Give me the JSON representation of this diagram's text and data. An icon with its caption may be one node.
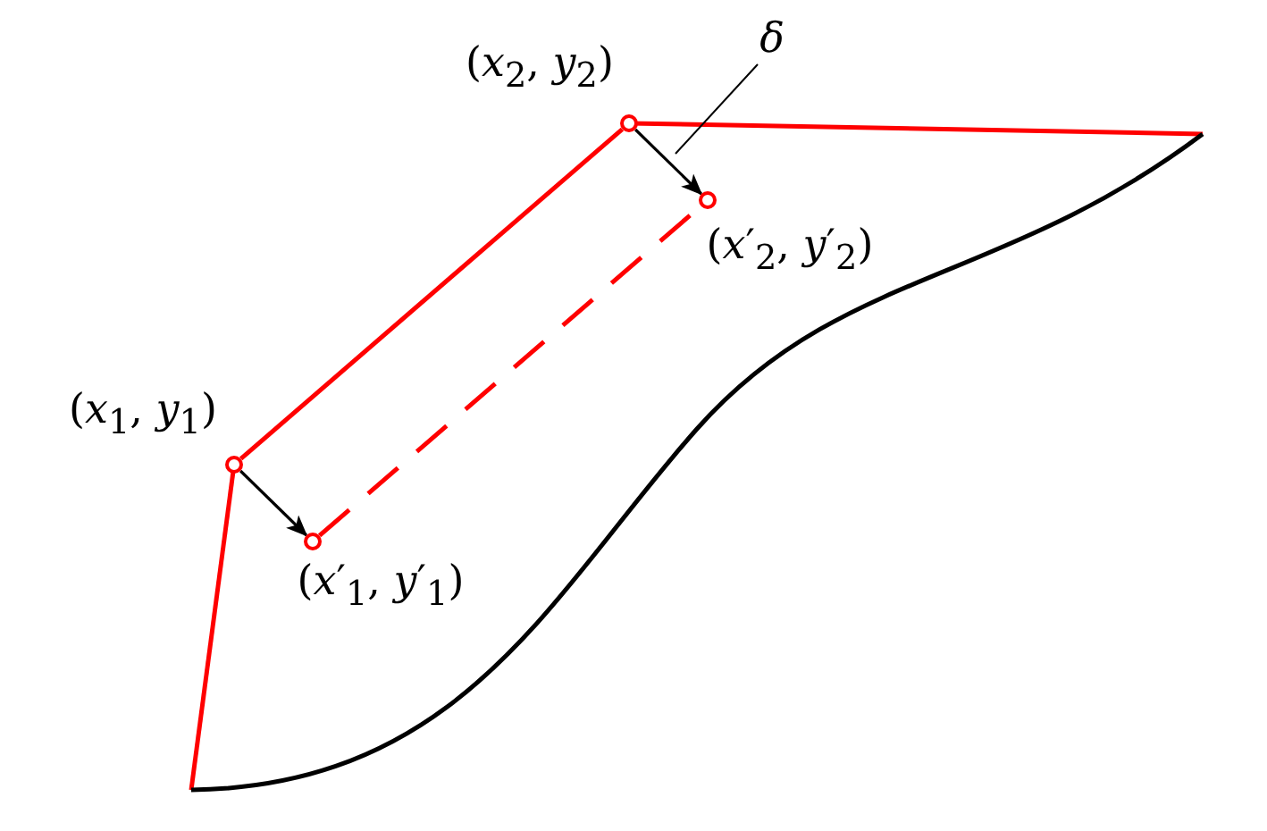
{
  "diagram": {
    "nodes": [
      {
        "text": [],
        "shape": "circle",
        "beside": [
          "(*x*$_{1}$, *y*$_{1}$)"
        ]
      },
      {
        "text": [],
        "shape": "circle",
        "beside": [
          "(*x*$_{2}$, *y*$_{2}$)"
        ]
      },
      {
        "text": [],
        "shape": "circle",
        "beside": [
          "(*x*′$_{1}$, *y*′$_{1}$)"
        ]
      },
      {
        "text": [],
        "shape": "circle",
        "beside": [
          "(*x*′$_{2}$, *y*′$_{2}$)"
        ]
      },
      {
        "text": [
          "δ"
        ]
      }
    ],
    "edges": [
      {
        "from": 0,
        "to": 1,
        "arrow": "none",
        "color": "#ff0000"
      },
      {
        "from": 2,
        "to": 3,
        "arrow": "none",
        "style": "dashed",
        "color": "#ff0000"
      },
      {
        "from": 0,
        "to": 2,
        "arrow": "to"
      },
      {
        "from": 1,
        "to": 3,
        "arrow": "to"
      },
      {
        "from": 4,
        "to": null,
        "arrow": "none"
      }
    ]
  }
}
